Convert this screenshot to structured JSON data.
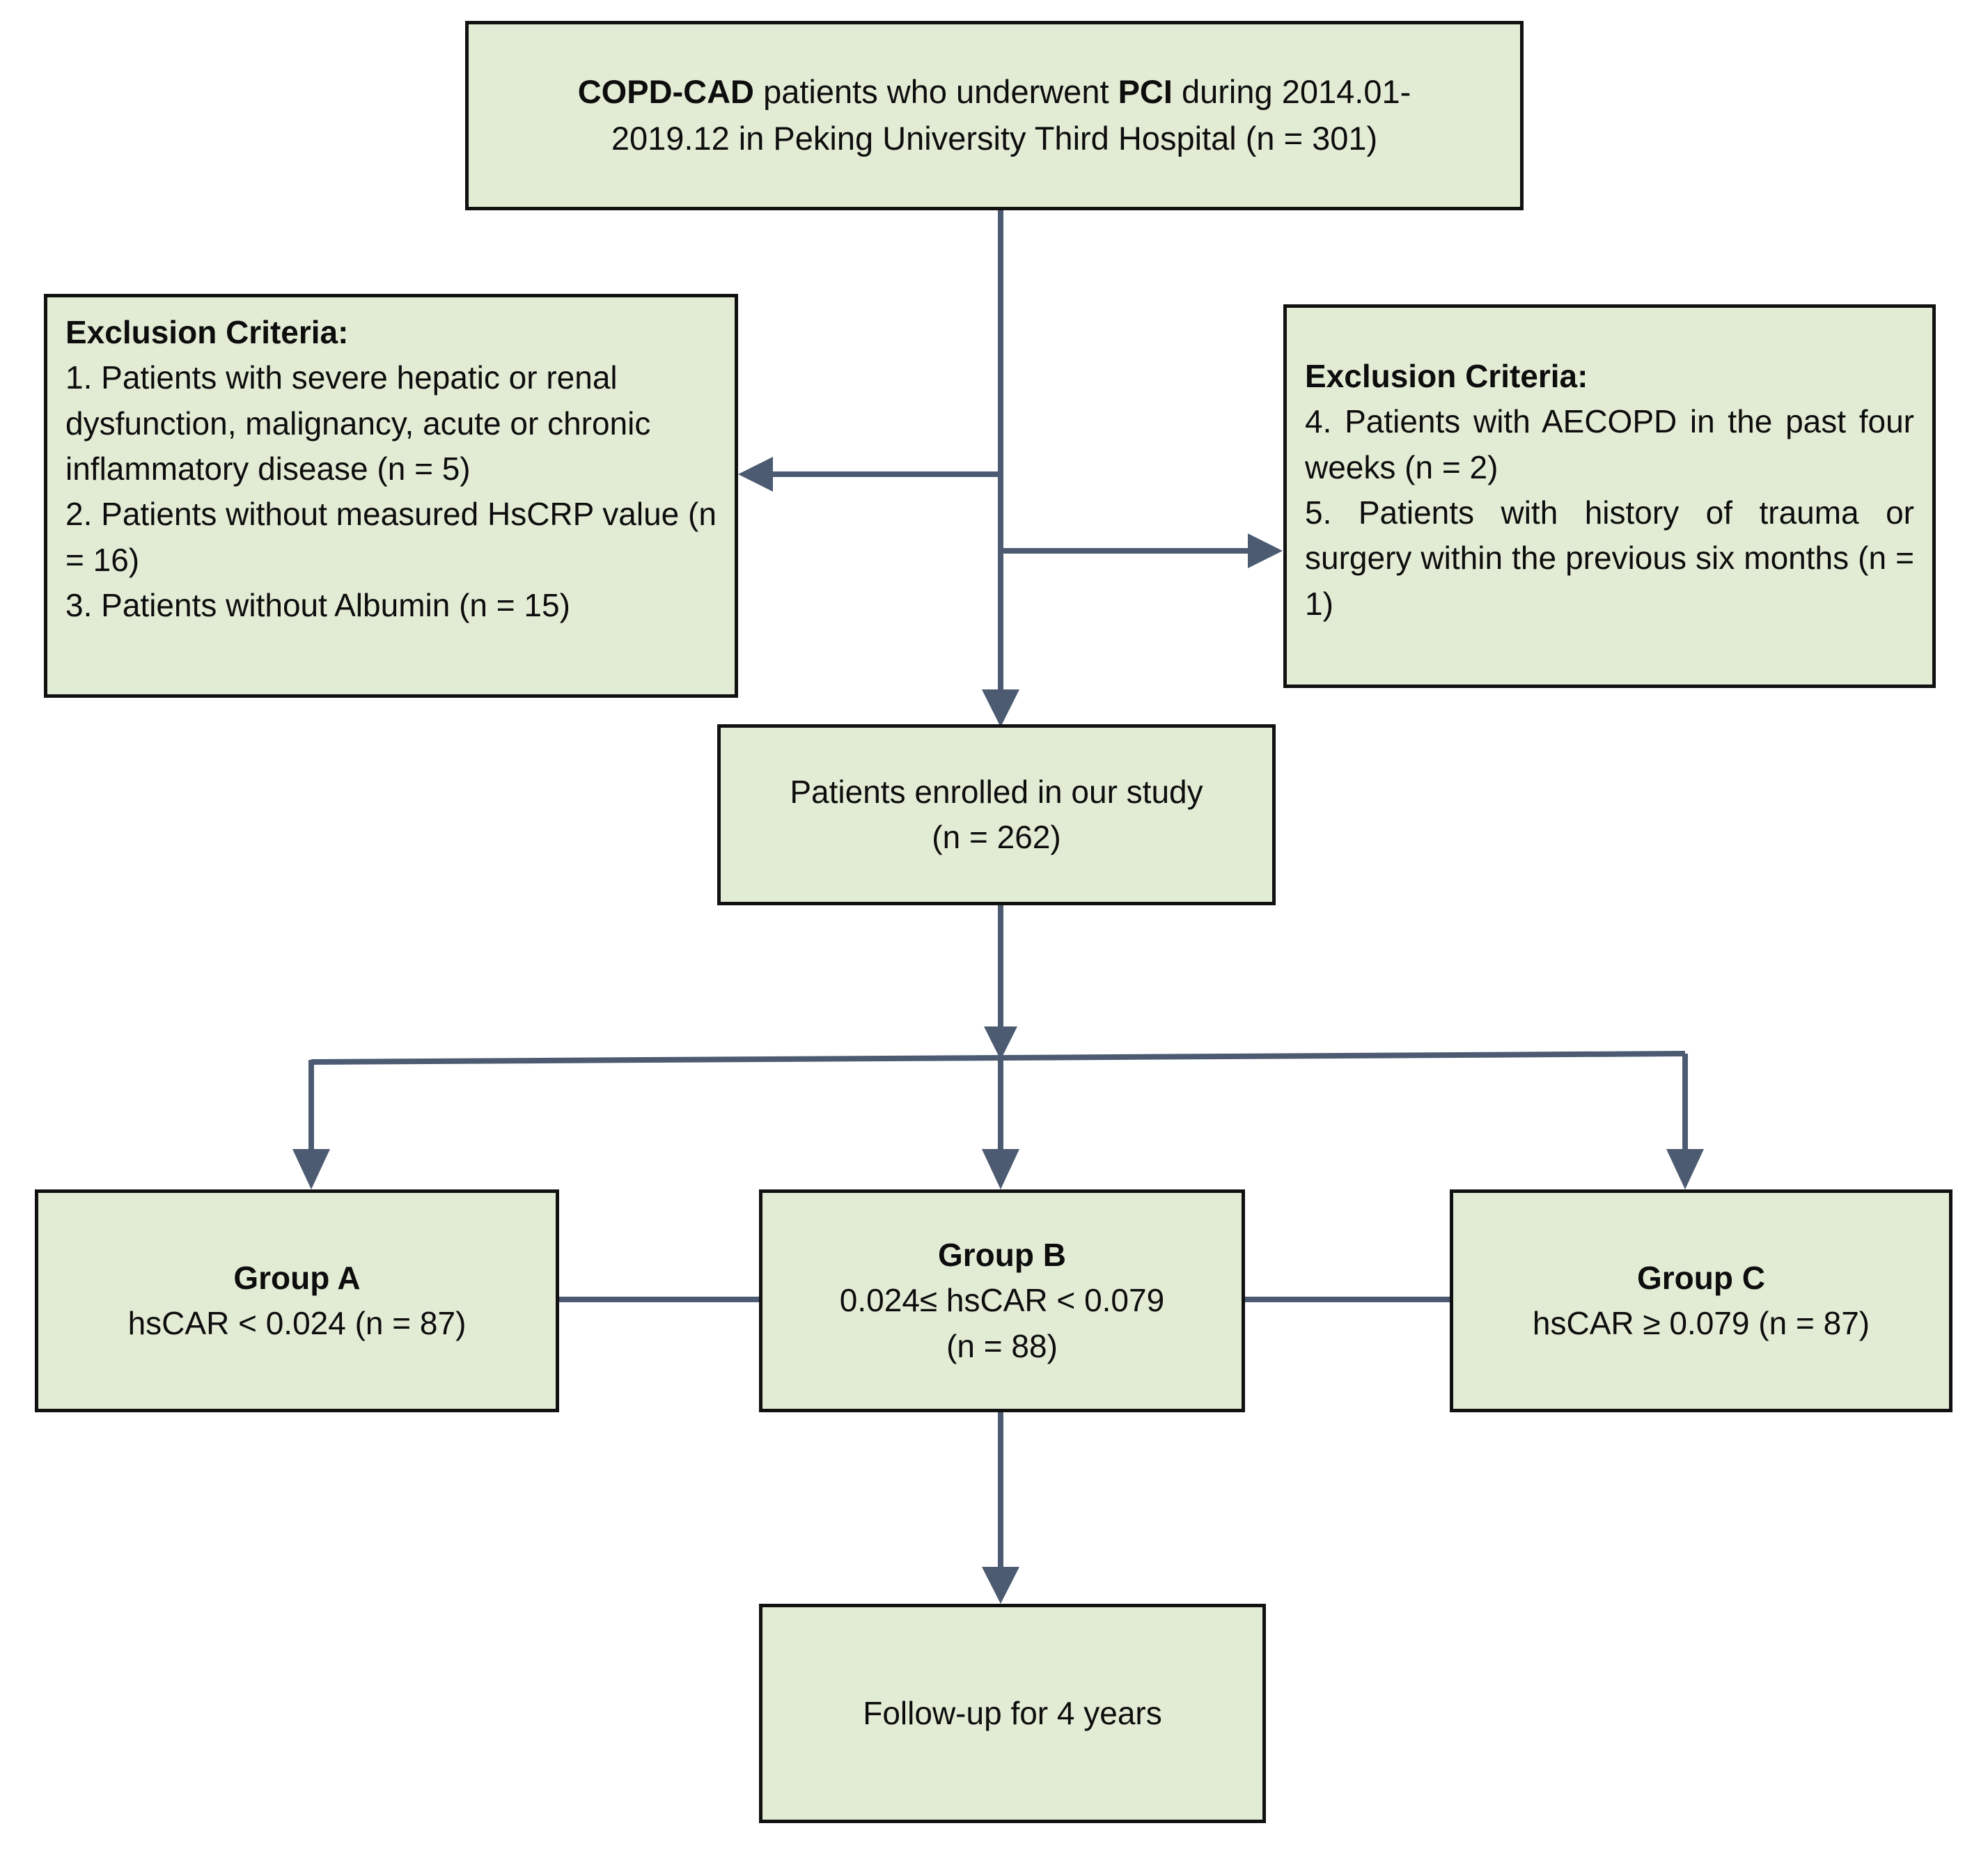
{
  "diagram": {
    "title": "Patient selection flow chart",
    "colors": {
      "node_fill": "#e2ecd5",
      "node_border": "#111111",
      "connector": "#4c5b71",
      "text": "#0d0d0d",
      "background": "#ffffff"
    }
  },
  "nodes": {
    "source_cohort": {
      "line1_bold_a": "COPD-CAD",
      "line1_mid": " patients who underwent ",
      "line1_bold_b": "PCI",
      "line1_end": " during 2014.01-",
      "line2": "2019.12 in Peking University Third Hospital  (n = 301)",
      "full_text": "COPD-CAD patients who underwent PCI during 2014.01-2019.12 in Peking University Third Hospital  (n = 301)",
      "count": 301
    },
    "exclusion_left": {
      "heading": "Exclusion Criteria:",
      "items": [
        "1. Patients with severe hepatic or renal dysfunction, malignancy, acute or chronic inflammatory disease  (n = 5)",
        "2. Patients without measured HsCRP value (n = 16)",
        "3. Patients without Albumin (n = 15)"
      ],
      "counts": [
        5,
        16,
        15
      ]
    },
    "exclusion_right": {
      "heading": "Exclusion Criteria:",
      "items": [
        "4. Patients with AECOPD in the past four weeks (n = 2)",
        "5. Patients with history of trauma or surgery within the previous six months (n = 1)"
      ],
      "counts": [
        2,
        1
      ]
    },
    "enrolled": {
      "line1": "Patients enrolled in our study",
      "line2": "(n = 262)",
      "count": 262
    },
    "group_a": {
      "title": "Group A",
      "criterion": "hsCAR < 0.024 (n = 87)",
      "count": 87,
      "threshold_upper": 0.024
    },
    "group_b": {
      "title": "Group B",
      "criterion": "0.024≤ hsCAR < 0.079",
      "count_line": "(n = 88)",
      "count": 88,
      "threshold_lower": 0.024,
      "threshold_upper": 0.079
    },
    "group_c": {
      "title": "Group C",
      "criterion": "hsCAR  ≥ 0.079 (n = 87)",
      "count": 87,
      "threshold_lower": 0.079
    },
    "followup": {
      "label": "Follow-up for 4 years",
      "years": 4
    }
  }
}
